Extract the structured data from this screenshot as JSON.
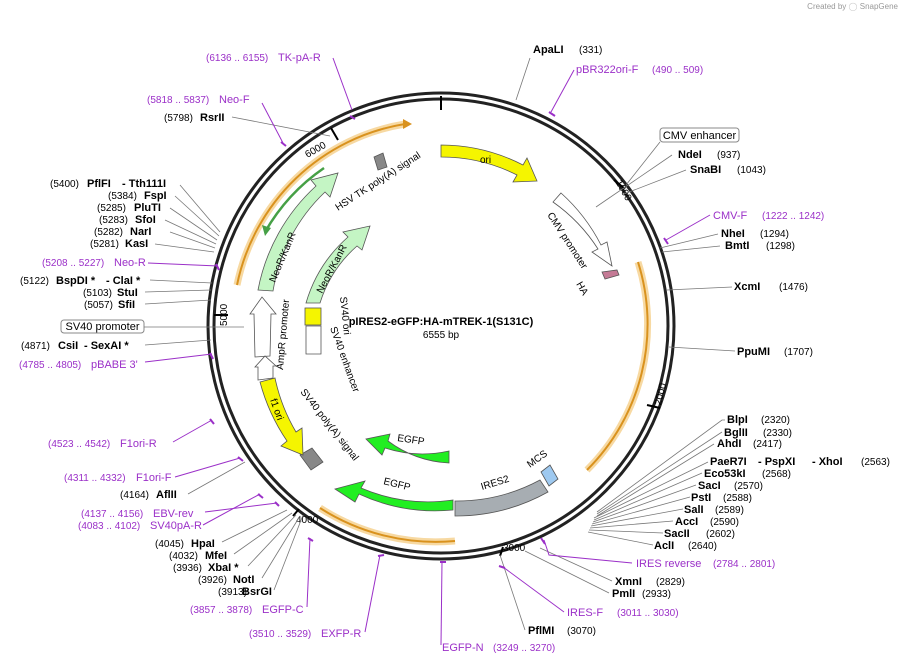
{
  "app": {
    "created_by": "Created by",
    "brand": "SnapGene"
  },
  "plasmid": {
    "name": "pIRES2-eGFP:HA-mTREK-1(S131C)",
    "length": "6555 bp"
  },
  "ticks": [
    "1000",
    "2000",
    "3000",
    "4000",
    "5000",
    "6000"
  ],
  "sites": [
    {
      "name": "ApaLI",
      "pos": "(331)"
    },
    {
      "name": "NdeI",
      "pos": "(937)"
    },
    {
      "name": "SnaBI",
      "pos": "(1043)"
    },
    {
      "name": "NheI",
      "pos": "(1294)"
    },
    {
      "name": "BmtI",
      "pos": "(1298)"
    },
    {
      "name": "XcmI",
      "pos": "(1476)"
    },
    {
      "name": "PpuMI",
      "pos": "(1707)"
    },
    {
      "name": "BlpI",
      "pos": "(2320)"
    },
    {
      "name": "BglII",
      "pos": "(2330)"
    },
    {
      "name": "AhdI",
      "pos": "(2417)"
    },
    {
      "name": "PaeR7I",
      "pos": ""
    },
    {
      "name": "- PspXI",
      "pos": ""
    },
    {
      "name": "- XhoI",
      "pos": "(2563)"
    },
    {
      "name": "Eco53kI",
      "pos": "(2568)"
    },
    {
      "name": "SacI",
      "pos": "(2570)"
    },
    {
      "name": "PstI",
      "pos": "(2588)"
    },
    {
      "name": "SalI",
      "pos": "(2589)"
    },
    {
      "name": "AccI",
      "pos": "(2590)"
    },
    {
      "name": "SacII",
      "pos": "(2602)"
    },
    {
      "name": "AclI",
      "pos": "(2640)"
    },
    {
      "name": "XmnI",
      "pos": "(2829)"
    },
    {
      "name": "PmlI",
      "pos": "(2933)"
    },
    {
      "name": "PflMI",
      "pos": "(3070)"
    },
    {
      "name": "BsrGI",
      "pos": "(3913)"
    },
    {
      "name": "NotI",
      "pos": "(3926)"
    },
    {
      "name": "XbaI *",
      "pos": "(3936)"
    },
    {
      "name": "MfeI",
      "pos": "(4032)"
    },
    {
      "name": "HpaI",
      "pos": "(4045)"
    },
    {
      "name": "AflII",
      "pos": "(4164)"
    },
    {
      "name": "CsiI",
      "pos": "(4871)"
    },
    {
      "name": "- SexAI *",
      "pos": ""
    },
    {
      "name": "SfiI",
      "pos": "(5057)"
    },
    {
      "name": "StuI",
      "pos": "(5103)"
    },
    {
      "name": "BspDI *",
      "pos": "(5122)"
    },
    {
      "name": "- ClaI *",
      "pos": ""
    },
    {
      "name": "KasI",
      "pos": "(5281)"
    },
    {
      "name": "NarI",
      "pos": "(5282)"
    },
    {
      "name": "SfoI",
      "pos": "(5283)"
    },
    {
      "name": "PluTI",
      "pos": "(5285)"
    },
    {
      "name": "FspI",
      "pos": "(5384)"
    },
    {
      "name": "PflFI",
      "pos": "(5400)"
    },
    {
      "name": "- Tth111I",
      "pos": ""
    },
    {
      "name": "RsrII",
      "pos": "(5798)"
    }
  ],
  "primers": [
    {
      "name": "pBR322ori-F",
      "range": "(490 .. 509)"
    },
    {
      "name": "CMV-F",
      "range": "(1222 .. 1242)"
    },
    {
      "name": "IRES reverse",
      "range": "(2784 .. 2801)"
    },
    {
      "name": "IRES-F",
      "range": "(3011 .. 3030)"
    },
    {
      "name": "EGFP-N",
      "range": "(3249 .. 3270)"
    },
    {
      "name": "EXFP-R",
      "range": "(3510 .. 3529)"
    },
    {
      "name": "EGFP-C",
      "range": "(3857 .. 3878)"
    },
    {
      "name": "SV40pA-R",
      "range": "(4083 .. 4102)"
    },
    {
      "name": "EBV-rev",
      "range": "(4137 .. 4156)"
    },
    {
      "name": "F1ori-F",
      "range": "(4311 .. 4332)"
    },
    {
      "name": "F1ori-R",
      "range": "(4523 .. 4542)"
    },
    {
      "name": "pBABE 3'",
      "range": "(4785 .. 4805)"
    },
    {
      "name": "Neo-R",
      "range": "(5208 .. 5227)"
    },
    {
      "name": "Neo-F",
      "range": "(5818 .. 5837)"
    },
    {
      "name": "TK-pA-R",
      "range": "(6136 .. 6155)"
    }
  ],
  "boxed_features": [
    "CMV enhancer",
    "SV40 promoter"
  ],
  "features": [
    "ori",
    "CMV promoter",
    "HA",
    "MCS",
    "IRES2",
    "EGFP",
    "EGFP",
    "SV40 poly(A) signal",
    "f1 ori",
    "AmpR promoter",
    "NeoR/KanR",
    "NeoR/KanR",
    "SV40 ori",
    "SV40 enhancer",
    "HSV TK poly(A) signal"
  ],
  "colors": {
    "ori": "#f5f500",
    "cmv": "#ffffff",
    "egfp": "#22ee22",
    "ires": "#a7adb2",
    "mcs": "#9ec9f0",
    "neo": "#c4f5c4",
    "amp_prom": "#ffffff",
    "f1": "#f5f500",
    "primer": "#9b30c8",
    "orf": "#d9921e",
    "orf_glow": "#f7d9a2",
    "ha": "#c47a95"
  }
}
